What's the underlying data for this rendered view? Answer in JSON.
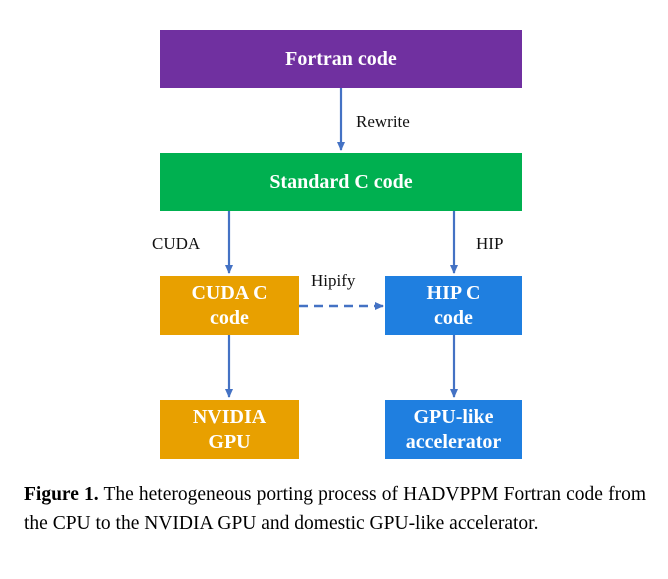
{
  "colors": {
    "fortran": "#7030A0",
    "standard_c": "#00B050",
    "cuda": "#E8A000",
    "hip": "#1F7FE0",
    "arrow": "#4472C4"
  },
  "nodes": {
    "fortran": "Fortran code",
    "standard_c": "Standard C code",
    "cuda_c_line1": "CUDA C",
    "cuda_c_line2": "code",
    "hip_c_line1": "HIP C",
    "hip_c_line2": "code",
    "nvidia_line1": "NVIDIA",
    "nvidia_line2": "GPU",
    "gpu_like_line1": "GPU-like",
    "gpu_like_line2": "accelerator"
  },
  "edges": {
    "rewrite": "Rewrite",
    "cuda": "CUDA",
    "hip": "HIP",
    "hipify": "Hipify"
  },
  "caption": {
    "label": "Figure 1.",
    "text": " The heterogeneous porting process of HADVPPM Fortran code from the CPU to the NVIDIA GPU and domestic GPU-like accelerator."
  }
}
